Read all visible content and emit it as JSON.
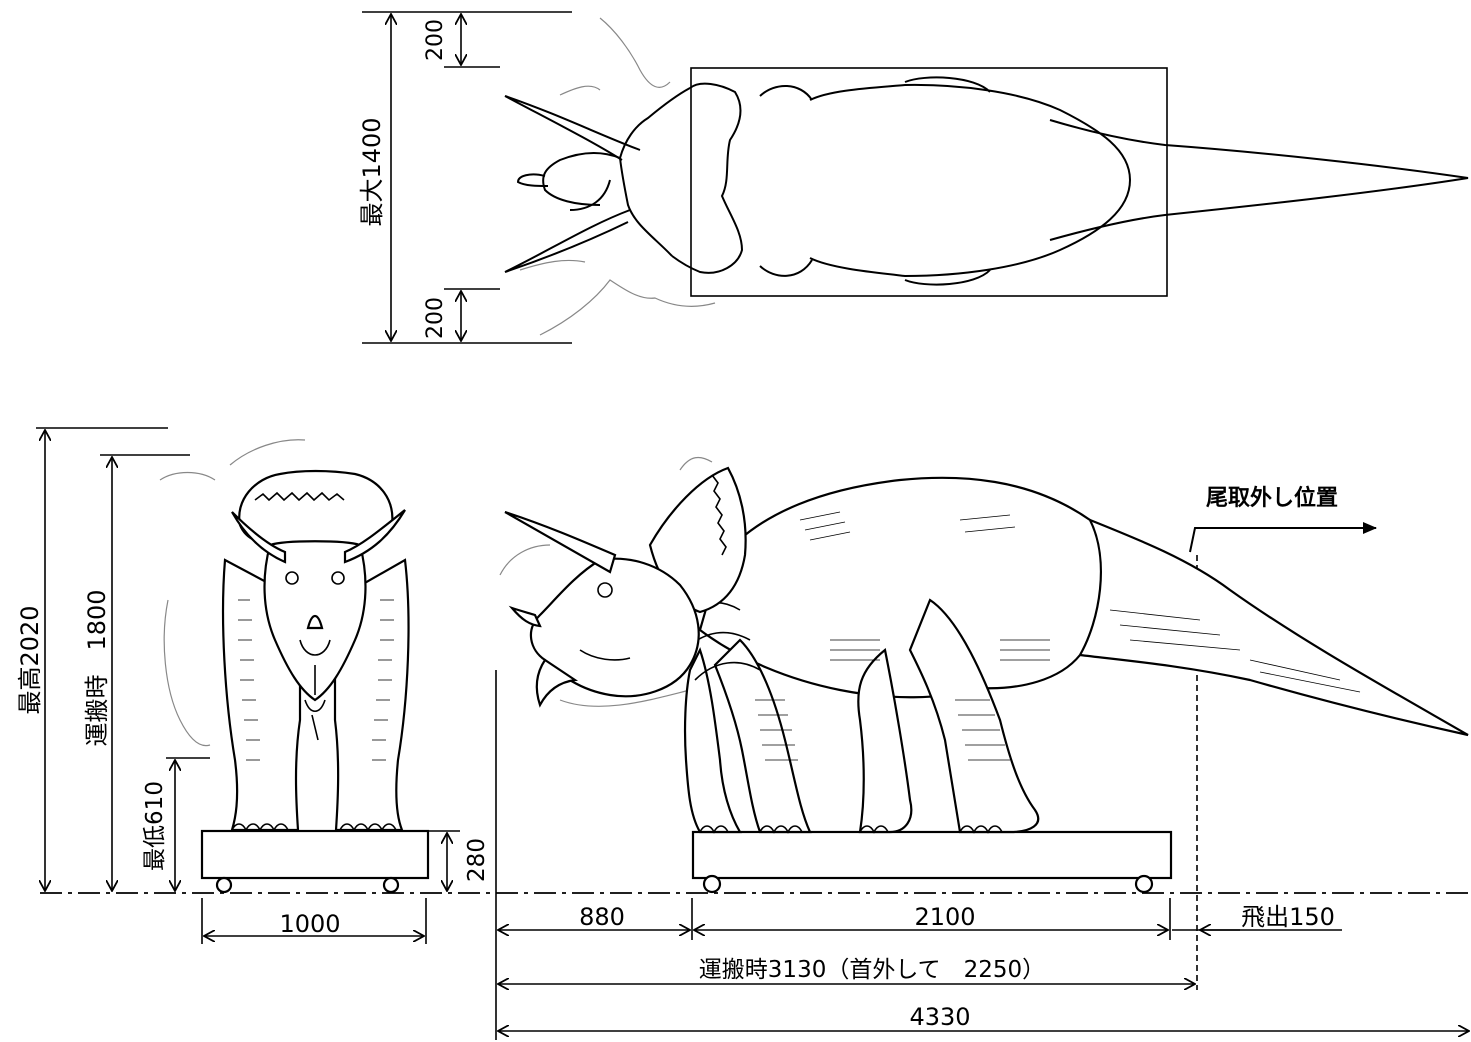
{
  "top_view": {
    "max_width_label": "最大1400",
    "upper_margin_label": "200",
    "lower_margin_label": "200"
  },
  "front_view": {
    "max_height_label": "最高2020",
    "transport_height_label": "運搬時　1800",
    "min_height_label": "最低610",
    "base_height_label": "280",
    "width_label": "1000"
  },
  "side_view": {
    "tail_removal_label": "尾取外し位置",
    "front_offset_label": "880",
    "base_length_label": "2100",
    "protrusion_label": "飛出150",
    "transport_length_label": "運搬時3130（首外して　2250）",
    "total_length_label": "4330"
  }
}
